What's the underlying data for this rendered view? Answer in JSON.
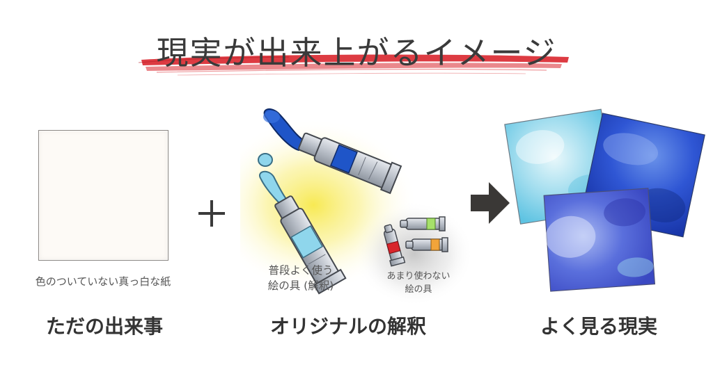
{
  "title": "現実が出来上がるイメージ",
  "blank_paper": {
    "caption": "色のついていない真っ白な紙",
    "label": "ただの出来事"
  },
  "operator_plus": "plus-icon",
  "interpretation": {
    "common_paint_caption_line1": "普段よく使う",
    "common_paint_caption_line2": "絵の具 (解釈)",
    "rare_paint_caption_line1": "あまり使わない",
    "rare_paint_caption_line2": "絵の具",
    "label": "オリジナルの解釈"
  },
  "operator_arrow": "arrow-right-icon",
  "reality": {
    "label": "よく見る現実"
  },
  "colors": {
    "title_brush": "#d9262e",
    "paint_blue": "#1f55c8",
    "paint_lightblue": "#8fd6ec",
    "glow": "#f7e84a",
    "paint_green": "#a6e06a",
    "paint_orange": "#f2a43a",
    "paint_red": "#d8252b"
  }
}
